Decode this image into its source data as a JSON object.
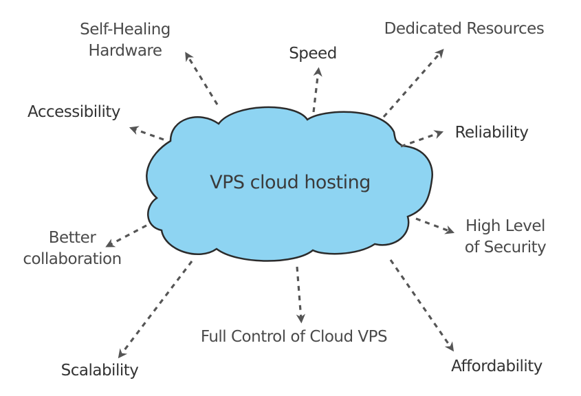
{
  "center": {
    "label": "VPS cloud hosting",
    "fill_color": "#8ed4f2",
    "stroke_color": "#2b2b2b"
  },
  "arrow_color": "#555555",
  "features": [
    {
      "id": "self-healing-hardware",
      "lines": [
        "Self-Healing",
        "Hardware"
      ]
    },
    {
      "id": "speed",
      "lines": [
        "Speed"
      ]
    },
    {
      "id": "dedicated-resources",
      "lines": [
        "Dedicated Resources"
      ]
    },
    {
      "id": "accessibility",
      "lines": [
        "Accessibility"
      ]
    },
    {
      "id": "reliability",
      "lines": [
        "Reliability"
      ]
    },
    {
      "id": "better-collaboration",
      "lines": [
        "Better",
        "collaboration"
      ]
    },
    {
      "id": "high-level-of-security",
      "lines": [
        "High Level",
        "of Security"
      ]
    },
    {
      "id": "full-control",
      "lines": [
        "Full Control of Cloud VPS"
      ]
    },
    {
      "id": "scalability",
      "lines": [
        "Scalability"
      ]
    },
    {
      "id": "affordability",
      "lines": [
        "Affordability"
      ]
    }
  ]
}
